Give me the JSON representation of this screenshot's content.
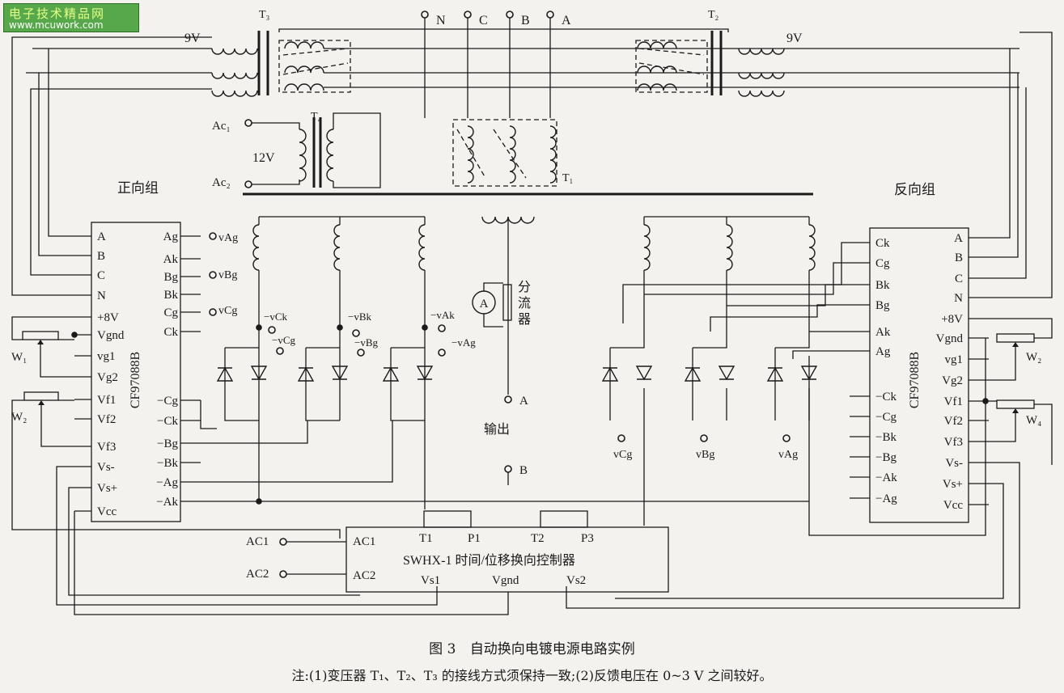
{
  "watermark": {
    "site_name": "电子技术精品网",
    "url": "www.mcuwork.com"
  },
  "caption": {
    "figure_number": "图 3",
    "title": "自动换向电镀电源电路实例"
  },
  "note": "注:(1)变压器 T₁、T₂、T₃ 的接线方式须保持一致;(2)反馈电压在 0~3 V 之间较好。",
  "transformers": {
    "t1": "T₁",
    "t2": "T₂",
    "t3": "T₃",
    "t4": "T₄"
  },
  "voltage_labels": {
    "left_9v": "9V",
    "right_9v": "9V",
    "aux_12v": "12V"
  },
  "phase_terminals": [
    "N",
    "C",
    "B",
    "A"
  ],
  "ac_inputs": {
    "ac1_top": "Ac₁",
    "ac2_top": "Ac₂",
    "ac1": "AC1",
    "ac2": "AC2"
  },
  "groups": {
    "forward": "正向组",
    "reverse": "反向组"
  },
  "chip_name": "CF97088B",
  "left_chip": {
    "left_pins": [
      "A",
      "B",
      "C",
      "N",
      "+8V",
      "Vgnd",
      "vg1",
      "Vg2",
      "Vf1",
      "Vf2",
      "Vf3",
      "Vs-",
      "Vs+",
      "Vcc"
    ],
    "right_pins": [
      "Ag",
      "Ak",
      "Bg",
      "Bk",
      "Cg",
      "Ck",
      "−Cg",
      "−Ck",
      "−Bg",
      "−Bk",
      "−Ag",
      "−Ak"
    ]
  },
  "right_chip": {
    "left_pins": [
      "Ck",
      "Cg",
      "Bk",
      "Bg",
      "Ak",
      "Ag",
      "−Ck",
      "−Cg",
      "−Bk",
      "−Bg",
      "−Ak",
      "−Ag"
    ],
    "right_pins": [
      "A",
      "B",
      "C",
      "N",
      "+8V",
      "Vgnd",
      "vg1",
      "Vg2",
      "Vf1",
      "Vf2",
      "Vf3",
      "Vs-",
      "Vs+",
      "Vcc"
    ]
  },
  "signal_labels": {
    "vAg": "vAg",
    "vBg": "vBg",
    "vCg": "vCg",
    "neg_vCk": "−vCk",
    "neg_vCg": "−vCg",
    "neg_vBk": "−vBk",
    "neg_vBg": "−vBg",
    "neg_vAk": "−vAk",
    "neg_vAg": "−vAg",
    "r_vCg": "vCg",
    "r_vBg": "vBg",
    "r_vAg": "vAg"
  },
  "potentiometers": {
    "w1": "W₁",
    "w2_left": "W₂",
    "w2_right": "W₂",
    "w4": "W₄"
  },
  "ammeter": "A",
  "shunt_label": "分流器",
  "output": {
    "label": "输出",
    "terminal_a": "A",
    "terminal_b": "B"
  },
  "controller": {
    "name": "SWHX-1 时间/位移换向控制器",
    "pins": [
      "AC1",
      "AC2",
      "T1",
      "P1",
      "T2",
      "P3",
      "Vs1",
      "Vgnd",
      "Vs2"
    ]
  },
  "colors": {
    "background": "#f4f2ee",
    "ink": "#1a1a1a",
    "watermark_bg": "#57a84a",
    "watermark_text": "#e5ff88"
  }
}
